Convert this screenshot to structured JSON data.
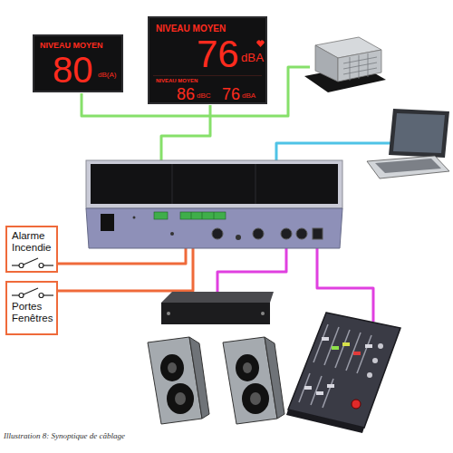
{
  "diagram": {
    "caption": "Illustration 8: Synoptique de câblage",
    "nodes": [
      {
        "text": [
          "NIVEAU MOYEN",
          "80",
          "dB(A)"
        ]
      },
      {
        "text": [
          "NIVEAU MOYEN",
          "76",
          "dBA",
          "NIVEAU MOYEN",
          "86",
          "dBC",
          "76",
          "dBA"
        ]
      },
      {
        "text": [
          "Alarme Incendie"
        ]
      },
      {
        "text": [
          "Portes Fenêtres"
        ]
      }
    ]
  }
}
